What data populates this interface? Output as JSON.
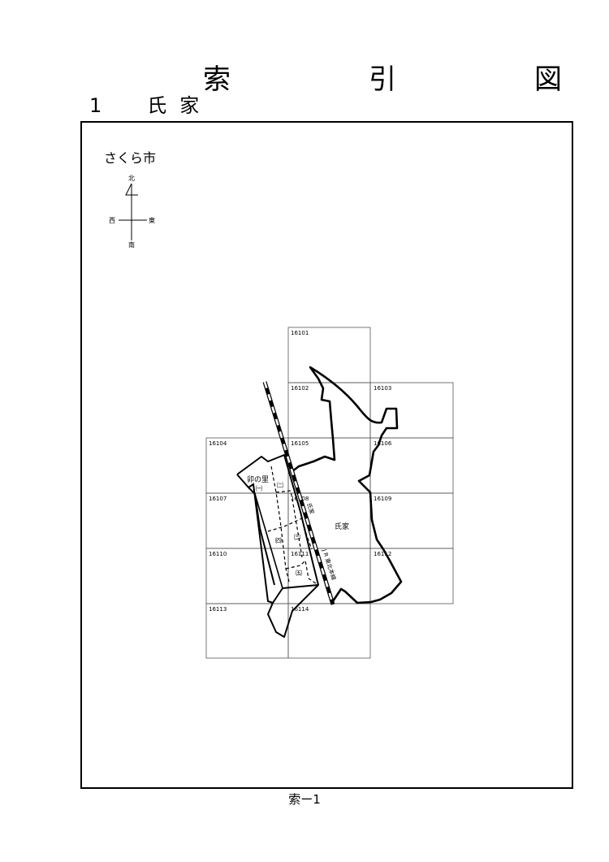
{
  "header": {
    "title": "索　引　図",
    "subtitle": "1　氏家"
  },
  "legend": {
    "city": "さくら市",
    "north": "北",
    "south": "南",
    "west": "西",
    "east": "東"
  },
  "map": {
    "grid_cells": [
      "16101",
      "16102",
      "16103",
      "16104",
      "16105",
      "16106",
      "16107",
      "16108",
      "16109",
      "16110",
      "16111",
      "16112",
      "16113",
      "16114"
    ],
    "area_labels": {
      "ujiie": "氏家",
      "unonosato": "卯の里",
      "rail_station": "氏家",
      "rail_line": "J R 東北本線",
      "section_1": "㈠",
      "section_2": "㈡",
      "section_3": "㈢",
      "section_4": "㈣",
      "section_5": "㈤"
    }
  },
  "footer": {
    "page_label": "索ー1"
  }
}
